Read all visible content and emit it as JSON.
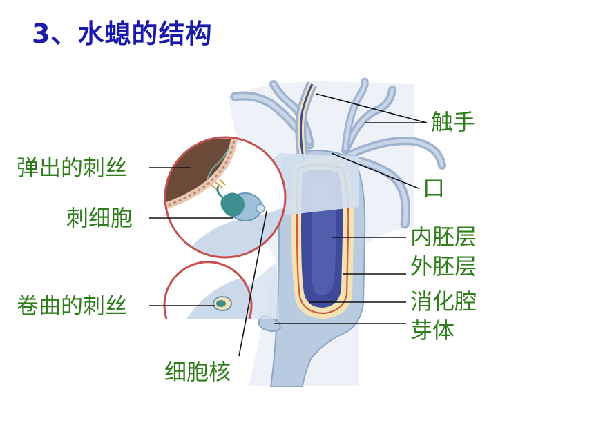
{
  "title": "3、水螅的结构",
  "labels": {
    "tentacle": "触手",
    "mouth": "口",
    "endoderm": "内胚层",
    "ectoderm": "外胚层",
    "gastric_cavity": "消化腔",
    "bud": "芽体",
    "discharged_thread": "弹出的刺丝",
    "cnidocyte": "刺细胞",
    "coiled_thread": "卷曲的刺丝",
    "nucleus": "细胞核"
  },
  "colors": {
    "title": "#1a1aa8",
    "label": "#2e7d1a",
    "body_outer": "#b9cbe1",
    "ectoderm": "#f3e3b2",
    "endoderm_line": "#d05a3e",
    "gastric_cavity": "#3f4a9a",
    "inset_border": "#c45050"
  }
}
